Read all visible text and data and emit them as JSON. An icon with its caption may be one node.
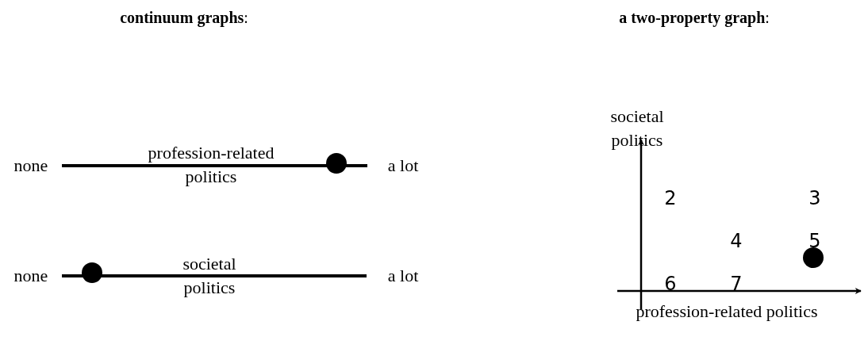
{
  "diagram": {
    "labels": [
      "**continuum graphs**:",
      "**a two-property graph**:",
      "societal politics",
      "none",
      "profession-related politics",
      "a lot",
      "2",
      "3",
      "4",
      "5",
      "none",
      "societal politics",
      "a lot",
      "6",
      "7",
      "profession-related politics"
    ]
  }
}
